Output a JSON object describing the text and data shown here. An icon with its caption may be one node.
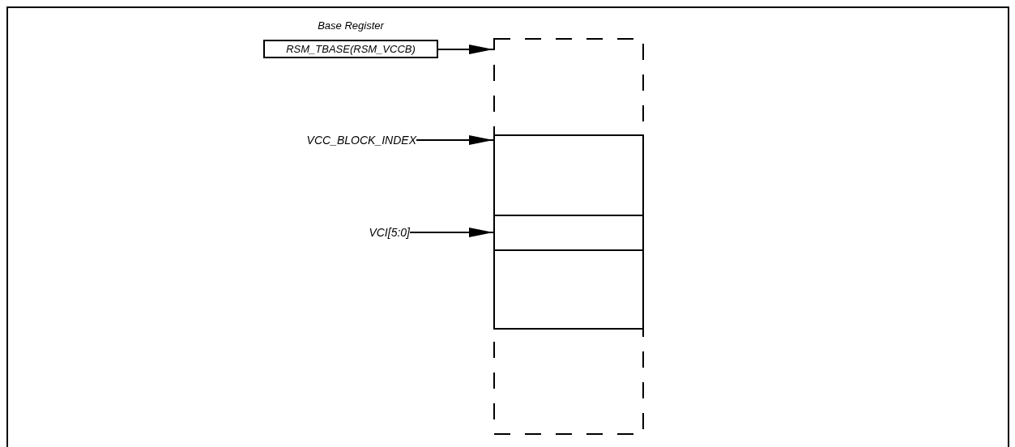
{
  "diagram": {
    "nodes": [
      {
        "text": [
          "Base Register",
          "RSM_TBASE(RSM_VCCB)"
        ]
      },
      {
        "text": [
          "VCC_BLOCK_INDEX"
        ]
      },
      {
        "text": [
          "VCI[5:0]"
        ]
      },
      {
        "text": [],
        "shape": "box"
      },
      {
        "text": [],
        "shape": "box",
        "in": 3
      },
      {
        "text": [],
        "shape": "box",
        "in": 4
      }
    ],
    "edges": [
      {
        "from": 0,
        "to": 3,
        "arrow": "to"
      },
      {
        "from": 1,
        "to": 4,
        "arrow": "to"
      },
      {
        "from": 2,
        "to": 5,
        "arrow": "to"
      }
    ]
  }
}
